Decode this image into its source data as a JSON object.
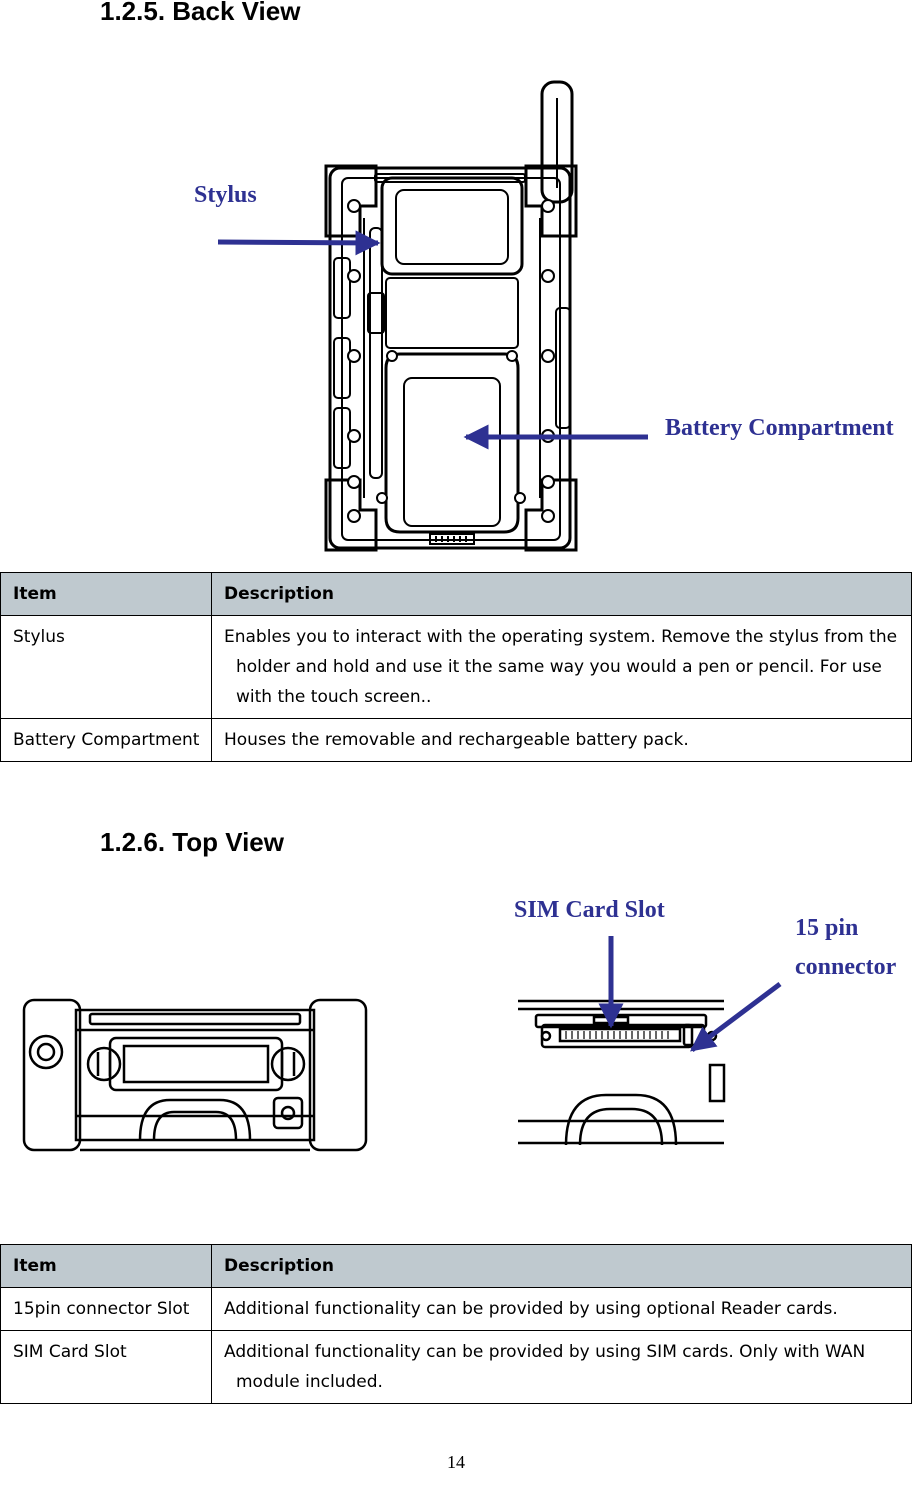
{
  "back_view": {
    "heading": "1.2.5. Back View",
    "callouts": {
      "stylus": "Stylus",
      "battery": "Battery Compartment"
    },
    "table": {
      "headers": [
        "Item",
        "Description"
      ],
      "rows": [
        {
          "item": "Stylus",
          "description": "Enables you to interact with the operating system. Remove the stylus from the holder and hold and use it the same way you would a pen or pencil. For use with the touch screen.."
        },
        {
          "item": "Battery Compartment",
          "description": "Houses the removable and rechargeable battery pack."
        }
      ]
    }
  },
  "top_view": {
    "heading": "1.2.6. Top View",
    "callouts": {
      "sim": "SIM Card Slot",
      "pin_line1": "15 pin",
      "pin_line2": "connector"
    },
    "table": {
      "headers": [
        "Item",
        "Description"
      ],
      "rows": [
        {
          "item": "15pin connector Slot",
          "description": "Additional functionality can be provided by using optional Reader cards."
        },
        {
          "item": "SIM Card Slot",
          "description": "Additional functionality can be provided by using SIM cards. Only with WAN module included."
        }
      ]
    }
  },
  "footer": {
    "page_number": "14"
  },
  "colors": {
    "callout": "#2e3192",
    "table_header": "#bfc9cf"
  }
}
